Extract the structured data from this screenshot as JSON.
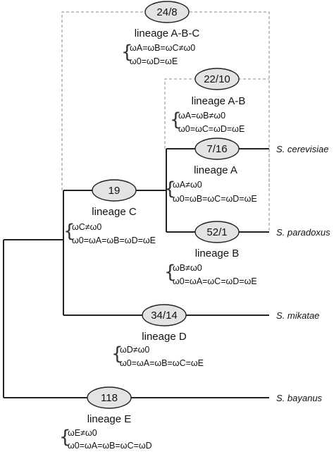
{
  "branches": {
    "abc": {
      "count": "24/8",
      "label": "lineage A-B-C",
      "eq1": "ωA=ωB=ωC≠ω0",
      "eq2": "ω0=ωD=ωE"
    },
    "ab": {
      "count": "22/10",
      "label": "lineage A-B",
      "eq1": "ωA=ωB≠ω0",
      "eq2": "ω0=ωC=ωD=ωE"
    },
    "a": {
      "count": "7/16",
      "label": "lineage A",
      "eq1": "ωA≠ω0",
      "eq2": "ω0=ωB=ωC=ωD=ωE"
    },
    "c": {
      "count": "19",
      "label": "lineage C",
      "eq1": "ωC≠ω0",
      "eq2": "ω0=ωA=ωB=ωD=ωE"
    },
    "b": {
      "count": "52/1",
      "label": "lineage B",
      "eq1": "ωB≠ω0",
      "eq2": "ω0=ωA=ωC=ωD=ωE"
    },
    "d": {
      "count": "34/14",
      "label": "lineage D",
      "eq1": "ωD≠ω0",
      "eq2": "ω0=ωA=ωB=ωC=ωE"
    },
    "e": {
      "count": "118",
      "label": "lineage E",
      "eq1": "ωE≠ω0",
      "eq2": "ω0=ωA=ωB=ωC=ωD"
    }
  },
  "taxa": {
    "cerevisiae": "S. cerevisiae",
    "paradoxus": "S. paradoxus",
    "mikatae": "S. mikatae",
    "bayanus": "S. bayanus"
  }
}
